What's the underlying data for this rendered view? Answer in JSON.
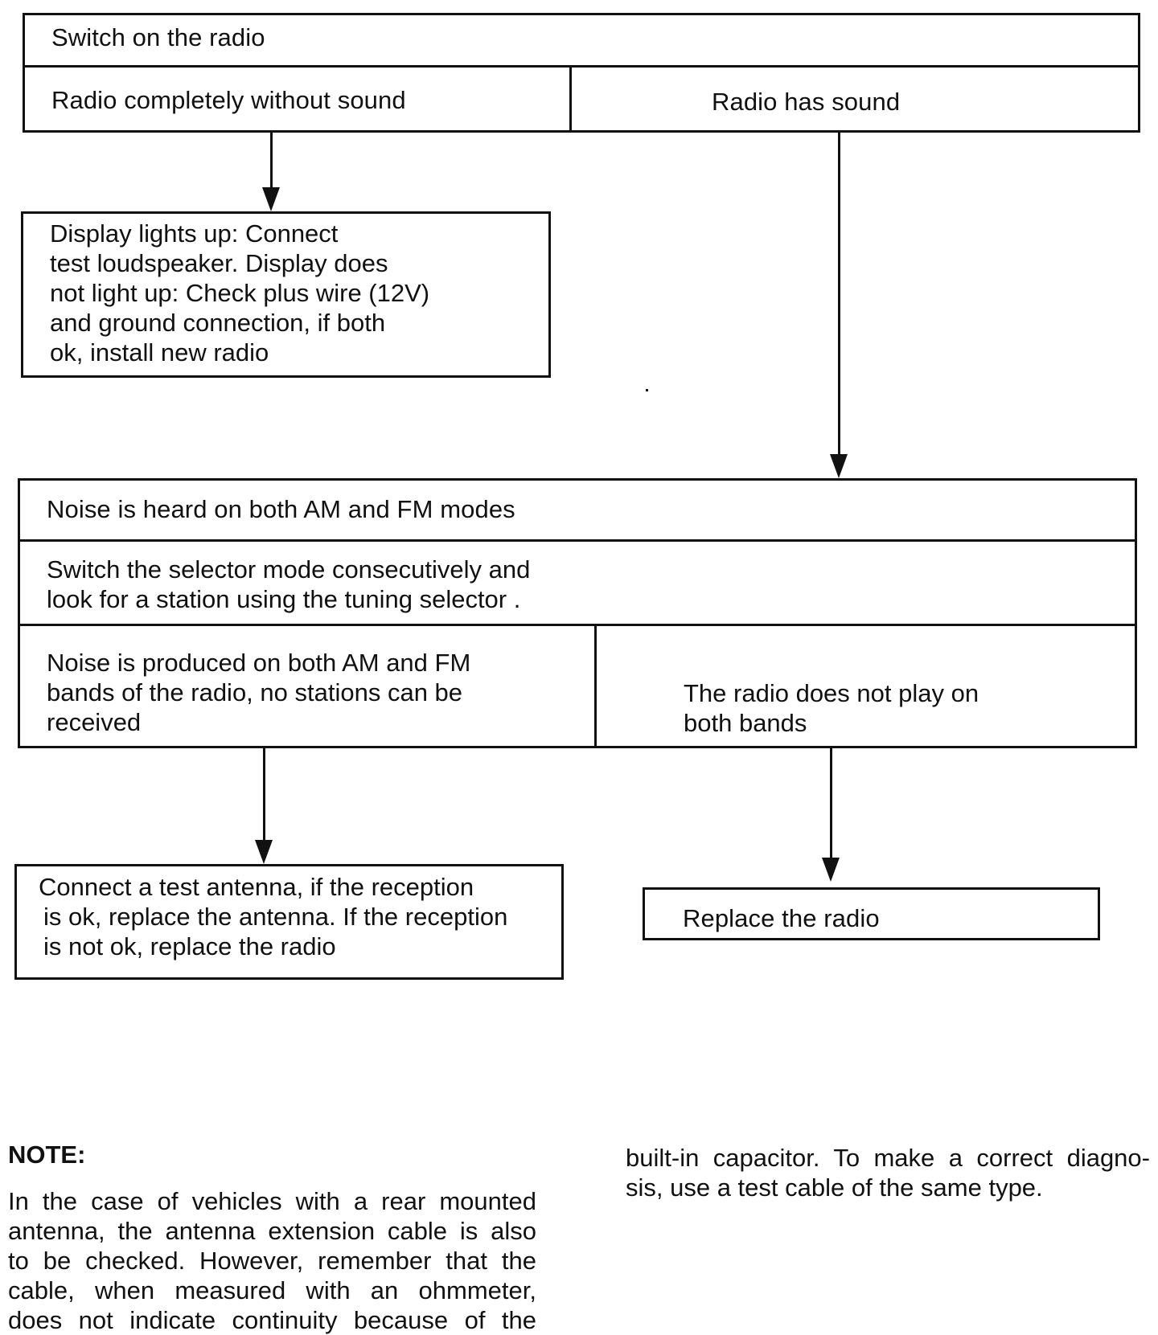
{
  "flowchart": {
    "switch_on": "Switch on the radio",
    "no_sound": "Radio completely without sound",
    "has_sound": "Radio has sound",
    "display_check": [
      "Display lights up: Connect",
      "test loudspeaker. Display does",
      "not light up: Check plus wire (12V)",
      "and ground connection, if both",
      "ok, install new radio"
    ],
    "noise_both": "Noise is heard on both AM and FM modes",
    "switch_selector": [
      "Switch the selector mode consecutively and",
      "look for a station using the tuning selector ."
    ],
    "noise_produced": [
      "Noise is produced on both AM and FM",
      "bands of the radio, no stations can be",
      "received"
    ],
    "not_play": [
      "The radio does not play on",
      "both bands"
    ],
    "test_antenna": [
      "Connect a test antenna, if the reception",
      "is ok, replace the antenna. If the reception",
      "is not ok, replace the radio"
    ],
    "replace_radio": "Replace the radio"
  },
  "note": {
    "title": "NOTE:",
    "left_lines": [
      "In the case of vehicles with a rear mounted",
      "antenna, the antenna extension cable is also",
      "to be checked. However, remember that the",
      "cable, when measured with an ohmmeter,",
      "does not indicate continuity because of the"
    ],
    "right_lines": [
      "built-in capacitor. To make a correct diagno-",
      "sis, use a test cable of the same type."
    ]
  },
  "colors": {
    "ink": "#111111",
    "paper": "#ffffff"
  }
}
